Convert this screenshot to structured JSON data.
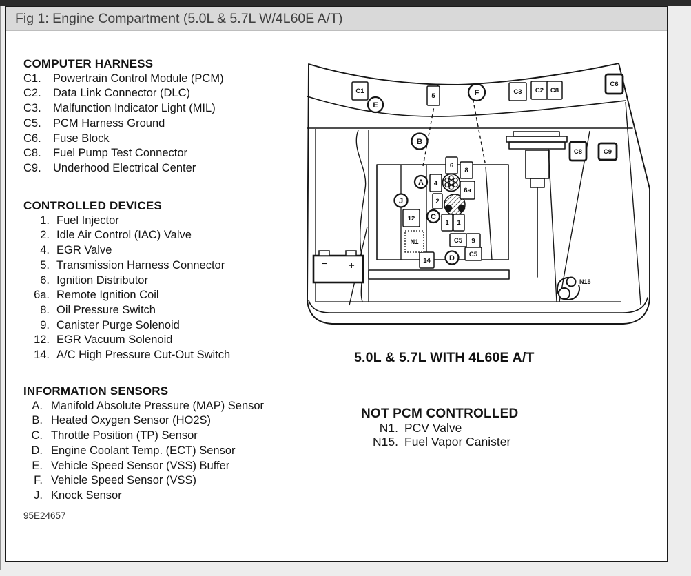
{
  "window": {
    "title_bar": "Fig 1: Engine Compartment (5.0L & 5.7L W/4L60E A/T)"
  },
  "legend": {
    "computer_harness": {
      "heading": "COMPUTER HARNESS",
      "items": [
        {
          "label": "C1.",
          "text": "Powertrain Control Module (PCM)"
        },
        {
          "label": "C2.",
          "text": "Data Link Connector (DLC)"
        },
        {
          "label": "C3.",
          "text": "Malfunction Indicator Light (MIL)"
        },
        {
          "label": "C5.",
          "text": "PCM Harness Ground"
        },
        {
          "label": "C6.",
          "text": "Fuse Block"
        },
        {
          "label": "C8.",
          "text": "Fuel Pump Test Connector"
        },
        {
          "label": "C9.",
          "text": "Underhood Electrical Center"
        }
      ]
    },
    "controlled_devices": {
      "heading": "CONTROLLED DEVICES",
      "items": [
        {
          "label": "1.",
          "text": "Fuel Injector"
        },
        {
          "label": "2.",
          "text": "Idle Air Control (IAC) Valve"
        },
        {
          "label": "4.",
          "text": "EGR Valve"
        },
        {
          "label": "5.",
          "text": "Transmission Harness Connector"
        },
        {
          "label": "6.",
          "text": "Ignition Distributor"
        },
        {
          "label": "6a.",
          "text": "Remote Ignition Coil"
        },
        {
          "label": "8.",
          "text": "Oil Pressure Switch"
        },
        {
          "label": "9.",
          "text": "Canister Purge Solenoid"
        },
        {
          "label": "12.",
          "text": "EGR Vacuum Solenoid"
        },
        {
          "label": "14.",
          "text": "A/C High Pressure Cut-Out Switch"
        }
      ]
    },
    "information_sensors": {
      "heading": "INFORMATION SENSORS",
      "items": [
        {
          "label": "A.",
          "text": "Manifold Absolute Pressure (MAP) Sensor"
        },
        {
          "label": "B.",
          "text": "Heated Oxygen Sensor (HO2S)"
        },
        {
          "label": "C.",
          "text": "Throttle Position (TP) Sensor"
        },
        {
          "label": "D.",
          "text": "Engine Coolant Temp. (ECT) Sensor"
        },
        {
          "label": "E.",
          "text": "Vehicle Speed Sensor (VSS) Buffer"
        },
        {
          "label": "F.",
          "text": "Vehicle Speed Sensor (VSS)"
        },
        {
          "label": "J.",
          "text": "Knock Sensor"
        }
      ]
    },
    "not_pcm_controlled": {
      "heading": "NOT PCM CONTROLLED",
      "items": [
        {
          "label": "N1.",
          "text": "PCV Valve"
        },
        {
          "label": "N15.",
          "text": "Fuel Vapor Canister"
        }
      ]
    }
  },
  "diagram": {
    "caption": "5.0L & 5.7L WITH 4L60E A/T",
    "markers": {
      "c1": "C1",
      "s5": "5",
      "c3": "C3",
      "c2": "C2",
      "c8_cowl": "C8",
      "c6": "C6",
      "c8_mid": "C8",
      "c9": "C9",
      "e": "E",
      "f": "F",
      "b": "B",
      "a": "A",
      "j": "J",
      "c": "C",
      "d": "D",
      "b6": "6",
      "b8": "8",
      "b4": "4",
      "b6a": "6a",
      "b2": "2",
      "b12": "12",
      "b1a": "1",
      "b1b": "1",
      "c5a": "C5",
      "b9": "9",
      "c5b": "C5",
      "b14": "14",
      "n1": "N1",
      "n15": "N15"
    },
    "battery": {
      "minus": "−",
      "plus": "+"
    }
  },
  "document_number": "95E24657",
  "colors": {
    "title_bar_bg": "#d9d9d9",
    "top_strip": "#2b2b2b",
    "page_bg": "#ffffff",
    "page_border": "#1a1a1a",
    "ink": "#161616",
    "outer_bg": "#ededed"
  }
}
